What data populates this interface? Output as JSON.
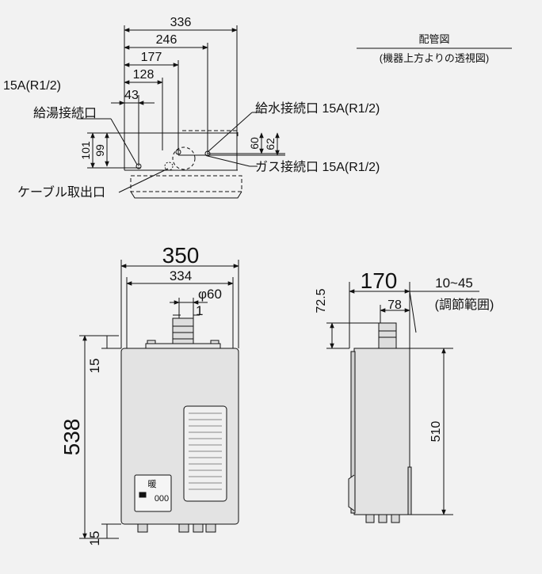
{
  "top_view": {
    "dims": {
      "d336": "336",
      "d246": "246",
      "d177": "177",
      "d128": "128",
      "d43": "43",
      "d101": "101",
      "d99": "99",
      "d60": "60",
      "d62": "62"
    },
    "labels": {
      "hot_water_pipe_size": "15A(R1/2)",
      "hot_water": "給湯接続口",
      "cold_water": "給水接続口 15A(R1/2)",
      "gas": "ガス接続口 15A(R1/2)",
      "cable_outlet": "ケーブル取出口"
    },
    "note_title": "配管図",
    "note_sub": "(機器上方よりの透視図)"
  },
  "front_view": {
    "dims": {
      "width_outer": "350",
      "width_inner": "334",
      "flue_dia": "φ60",
      "flue_offset": "1",
      "height": "538",
      "top_offset": "15",
      "bottom_offset": "15"
    },
    "panel_text": "暖",
    "remote_text": "000"
  },
  "side_view": {
    "dims": {
      "depth": "170",
      "flue_depth": "78",
      "flue_height": "72.5",
      "height": "510",
      "adjust": "10~45"
    },
    "adjust_label": "(調節範囲)"
  }
}
